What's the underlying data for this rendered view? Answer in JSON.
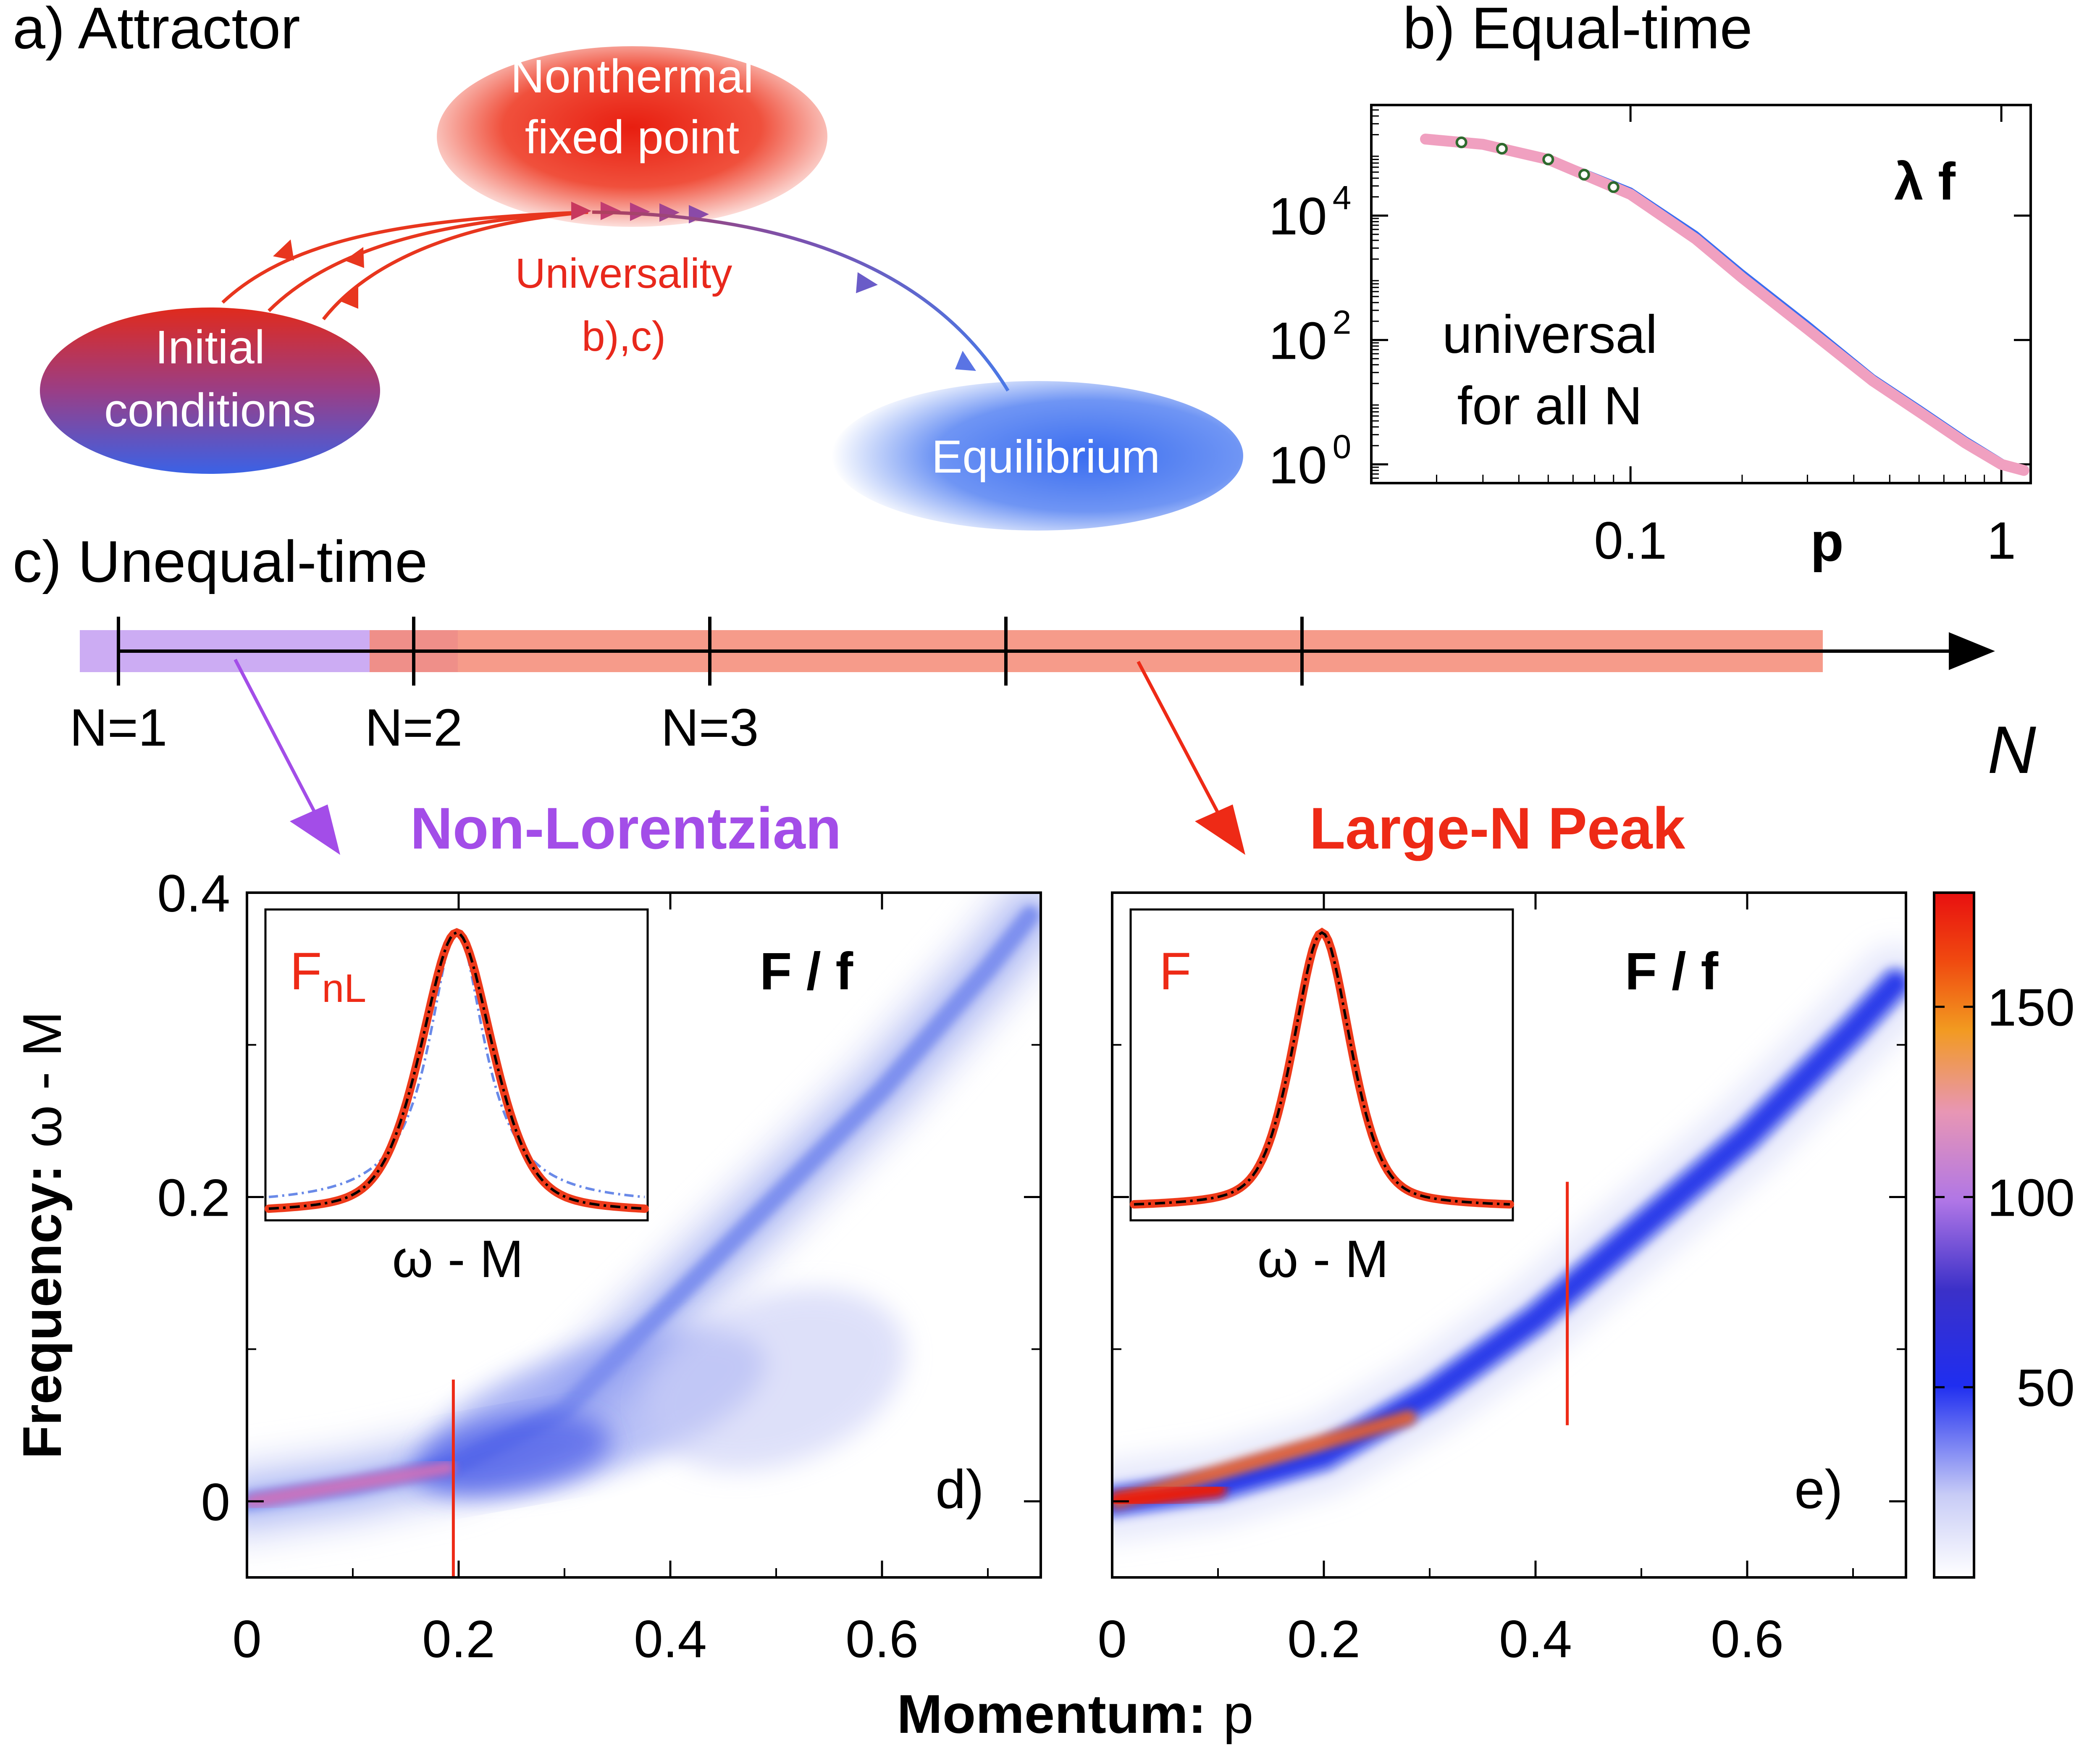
{
  "panel_a": {
    "label": "a) Attractor",
    "nonthermal_line1": "Nonthermal",
    "nonthermal_line2": "fixed point",
    "initial_line1": "Initial",
    "initial_line2": "conditions",
    "equilibrium": "Equilibrium",
    "universality": "Universality",
    "universality_ref": "b),c)"
  },
  "panel_b": {
    "label": "b) Equal-time",
    "quantity": "λ f",
    "note_line1": "universal",
    "note_line2": "for all N",
    "xlabel": "p"
  },
  "panel_c": {
    "label": "c) Unequal-time",
    "axis_label": "N",
    "ticks": [
      "N=1",
      "N=2",
      "N=3"
    ],
    "left_callout": "Non-Lorentzian",
    "right_callout": "Large-N Peak"
  },
  "panel_d": {
    "tag": "d)",
    "title": "F / f",
    "inset_label": "F",
    "inset_label_sub": "nL",
    "inset_xlabel": "ω - M"
  },
  "panel_e": {
    "tag": "e)",
    "title": "F / f",
    "inset_label": "F",
    "inset_xlabel": "ω - M"
  },
  "axes": {
    "ylabel_bold": "Frequency:",
    "ylabel_sym": "ω - M",
    "xlabel_bold": "Momentum:",
    "xlabel_sym": "p"
  },
  "colors": {
    "red": "#ee2a16",
    "purple": "#a34de8",
    "blue": "#3a6df0",
    "band_purple": "#c7a3f2",
    "band_red": "#f58a76",
    "pink": "#f0a0c0"
  },
  "chart_data": [
    {
      "type": "line",
      "panel": "b",
      "xscale": "log",
      "yscale": "log",
      "xlim": [
        0.02,
        1.2
      ],
      "ylim": [
        0.5,
        600000
      ],
      "xticks": [
        {
          "v": 0.1,
          "label": "0.1"
        },
        {
          "v": 1,
          "label": "1"
        }
      ],
      "yticks": [
        {
          "v": 1,
          "base": "10",
          "exp": "0"
        },
        {
          "v": 100,
          "base": "10",
          "exp": "2"
        },
        {
          "v": 10000,
          "base": "10",
          "exp": "4"
        }
      ],
      "series": [
        {
          "color": "#3a6df0",
          "x": [
            0.028,
            0.04,
            0.06,
            0.1,
            0.15,
            0.2,
            0.3,
            0.45,
            0.6,
            0.8,
            1.0,
            1.1
          ],
          "y": [
            180000,
            150000,
            85000,
            25000,
            5000,
            1200,
            180,
            25,
            8,
            2.5,
            1.1,
            0.8
          ]
        },
        {
          "color": "#f0a0c0",
          "x": [
            0.028,
            0.04,
            0.06,
            0.1,
            0.15,
            0.2,
            0.3,
            0.45,
            0.6,
            0.8,
            1.0,
            1.15
          ],
          "y": [
            170000,
            140000,
            80000,
            22000,
            4200,
            1000,
            150,
            22,
            7,
            2.2,
            1.0,
            0.8
          ]
        }
      ]
    },
    {
      "type": "heatmap",
      "panel": "d",
      "xlim": [
        0,
        0.75
      ],
      "ylim": [
        -0.05,
        0.4
      ],
      "xticks": [
        0,
        0.2,
        0.4,
        0.6
      ],
      "yticks": [
        0,
        0.2,
        0.4
      ],
      "ridge": {
        "p": [
          0,
          0.1,
          0.2,
          0.3,
          0.4,
          0.5,
          0.6,
          0.7,
          0.74
        ],
        "w": [
          0,
          0.01,
          0.025,
          0.06,
          0.13,
          0.2,
          0.27,
          0.35,
          0.385
        ]
      },
      "marker_p": 0.195
    },
    {
      "type": "heatmap",
      "panel": "e",
      "xlim": [
        0,
        0.75
      ],
      "ylim": [
        -0.05,
        0.4
      ],
      "xticks": [
        0,
        0.2,
        0.4,
        0.6
      ],
      "yticks": [
        0,
        0.2,
        0.4
      ],
      "ridge": {
        "p": [
          0,
          0.1,
          0.2,
          0.3,
          0.4,
          0.5,
          0.6,
          0.7,
          0.74
        ],
        "w": [
          0,
          0.01,
          0.03,
          0.07,
          0.12,
          0.18,
          0.24,
          0.31,
          0.34
        ]
      },
      "marker_p": 0.43
    },
    {
      "type": "heatmap",
      "panel": "colorbar",
      "zlim": [
        0,
        180
      ],
      "ticks": [
        50,
        100,
        150
      ]
    }
  ]
}
